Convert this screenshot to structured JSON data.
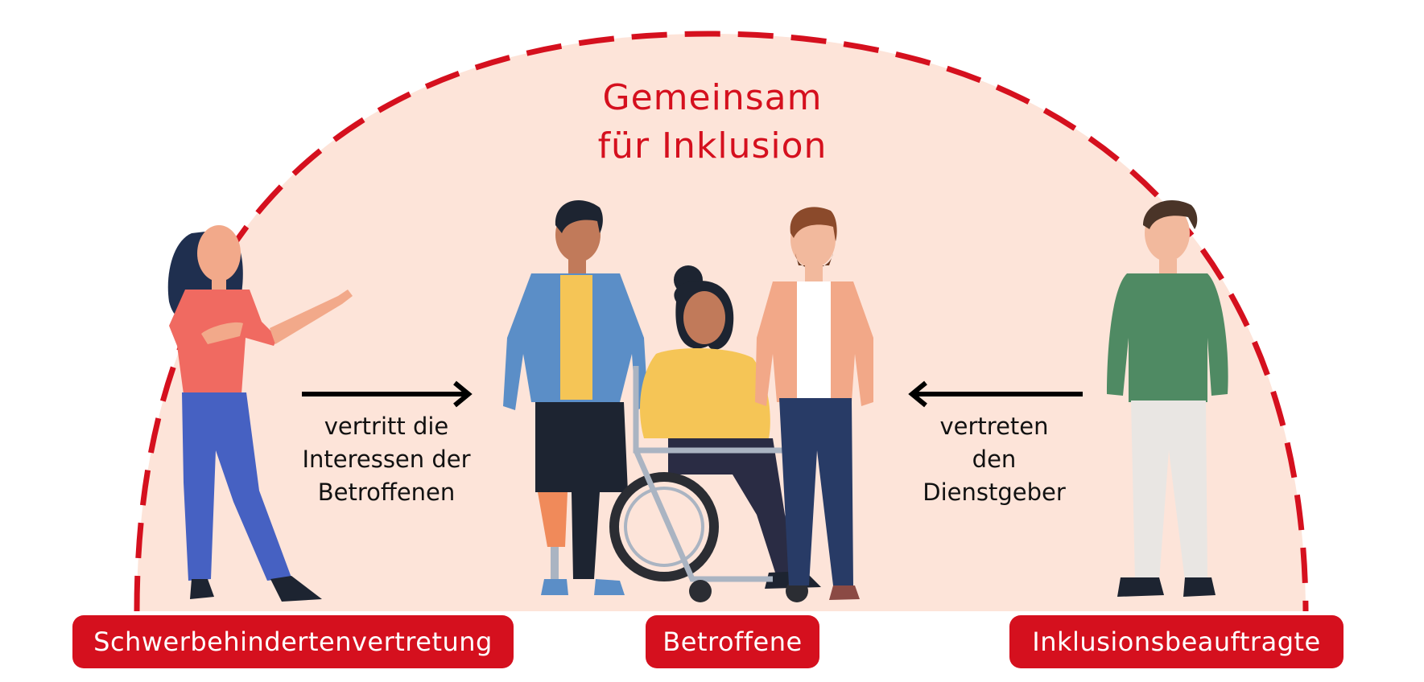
{
  "diagram": {
    "title_lines": [
      "Gemeinsam",
      "für Inklusion"
    ],
    "left_caption": [
      "vertritt die",
      "Interessen der",
      "Betroffenen"
    ],
    "right_caption": [
      "vertreten",
      "den",
      "Dienstgeber"
    ],
    "labels": {
      "left": "Schwerbehindertenvertretung",
      "center": "Betroffene",
      "right": "Inklusionsbeauftragte"
    },
    "arrows": {
      "left": "points-right",
      "right": "points-left"
    },
    "people_icons": [
      "woman-pointing-icon",
      "man-prosthetic-leg-icon",
      "woman-wheelchair-icon",
      "bearded-man-icon",
      "man-green-sweater-icon"
    ]
  },
  "colors": {
    "accent_red": "#d5101e",
    "dome_fill": "#fde4d9",
    "text_dark": "#111111",
    "label_text": "#ffffff"
  }
}
